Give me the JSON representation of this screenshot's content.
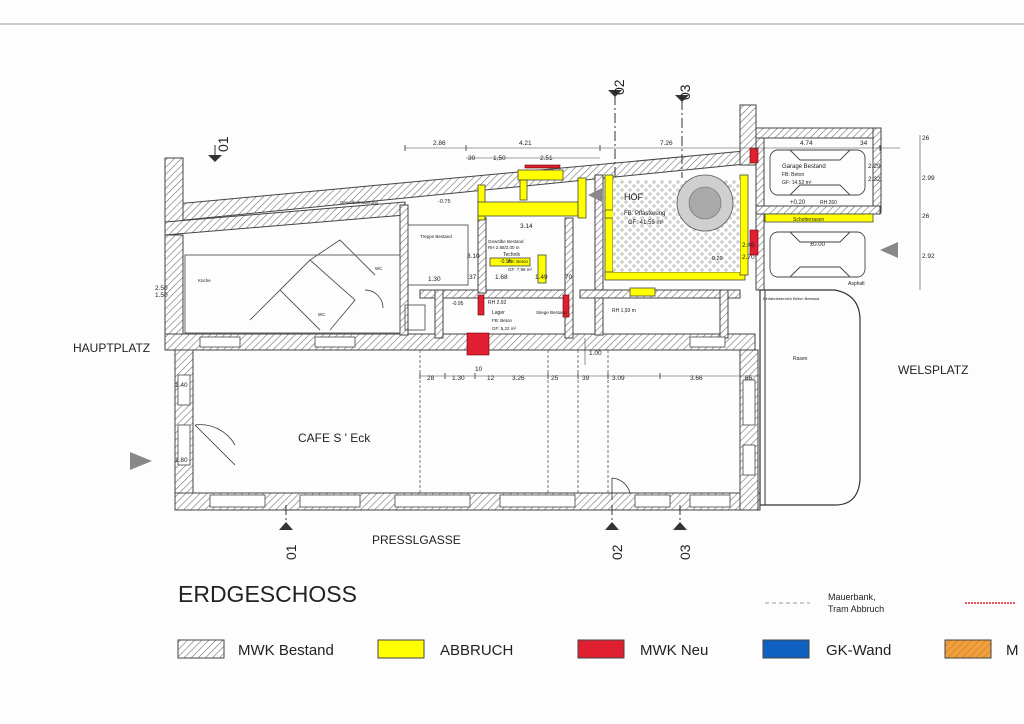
{
  "title": "ERDGESCHOSS",
  "streets": {
    "left": "HAUPTPLATZ",
    "right": "WELSPLATZ",
    "bottom": "PRESSLGASSE"
  },
  "section_markers": {
    "s01": "01",
    "s02": "02",
    "s03": "03"
  },
  "rooms": {
    "cafe": "CAFE  S ' Eck",
    "hof": "HOF",
    "hof_floor": "FB: Pflasterung",
    "hof_area": "GF: 41,55 m²",
    "garage_name": "Garage Bestand",
    "garage_floor": "FB: Beton",
    "garage_area": "GF: 14,52 m²",
    "garage_level": "+0.20",
    "garage_rh": "RH 260",
    "technik_name": "Technik",
    "technik_floor": "FB: Beton",
    "technik_area": "GF: 7,96 m²",
    "technik_level": "-0.95",
    "lager_name": "Lager",
    "lager_floor": "FB: Beton",
    "lager_area": "GF: 5,22 m²",
    "lager_level": "-0.95",
    "lager_rh": "RH 2.92",
    "gewoelbe": "Gewölbe Bestand",
    "gewoelbe_rh": "RH 2.88/2.00 m",
    "treppe": "Treppe Bestand",
    "gewoelbe_mauerung": "Gewölbemauerung",
    "stiege": "Stiege Bestand",
    "kueche": "Küche",
    "wc1": "WC",
    "wc2": "WC",
    "asphalt": "Asphalt",
    "rasen": "Rasen",
    "schotter": "Schotterrasen",
    "level_0": "±0.00",
    "level_075": "-0.75",
    "level_020": "-0.20",
    "rh_193": "RH 1,93 m",
    "zufahrt": "Einfahrtsbereich Beton Bestand"
  },
  "dimensions": {
    "top_a": "2.86",
    "top_b": "4.21",
    "top_c": "7.26",
    "top_d": "4.74",
    "top_e": "34",
    "sub_a": "30",
    "sub_b": "1,50",
    "sub_c": "2.51",
    "d_314": "3.14",
    "d_168": "1.68",
    "d_149": "1.49",
    "d_70": "70",
    "d_37": "37",
    "d_130v": "1.30",
    "d_310": "3.10",
    "d_229": "2.29",
    "d_232": "2.32",
    "d_299": "2.99",
    "d_292": "2.92",
    "d_246": "2.46",
    "d_270": "2.70",
    "d_26a": "26",
    "d_26b": "26",
    "d_250": "2.50",
    "d_150": "1.50",
    "row_28": "28",
    "row_130": "1.30",
    "row_10": "10",
    "row_12": "12",
    "row_326": "3.26",
    "row_25": "25",
    "row_39": "39",
    "row_309": "3.09",
    "row_366": "3.66",
    "row_66": "66",
    "d_100": "1.00",
    "d_140": "1.40",
    "d_180": "1.80"
  },
  "legend": {
    "mwk_bestand": "MWK Bestand",
    "abbruch": "ABBRUCH",
    "mwk_neu": "MWK Neu",
    "gk_wand": "GK-Wand",
    "cut": "M",
    "mauerbank": "Mauerbank,",
    "tram": "Tram Abbruch"
  },
  "colors": {
    "wall": "#6e6e6e",
    "abbruch": "#ffff00",
    "mwk_neu": "#e02030",
    "gk_wand": "#1060c0",
    "orange": "#f0a040",
    "hatch": "#8a8a8a"
  }
}
